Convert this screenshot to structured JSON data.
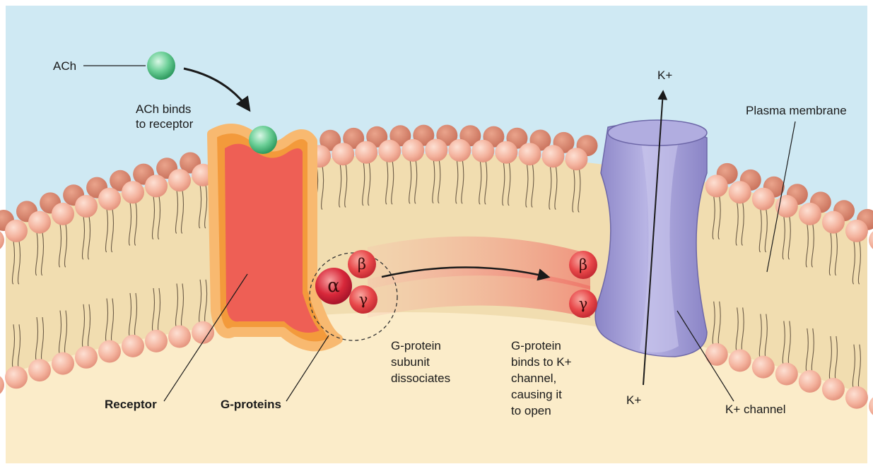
{
  "colors": {
    "extracellular": "#cfe9f3",
    "cytoplasm": "#fbecc9",
    "membrane_core": "#f1ddb0",
    "phospholipid_head": "#f4b39e",
    "phospholipid_head_shade": "#d9806a",
    "receptor_fill": "#ee5f55",
    "receptor_rim": "#f39a3b",
    "ach_molecule": "#5cc48a",
    "g_protein": "#e8484a",
    "g_alpha": "#d8283a",
    "k_channel": "#a7a3d8",
    "k_channel_shade": "#8780c2"
  },
  "icons": {
    "ach": "green-sphere",
    "arrow": "curved-arrow"
  },
  "labels": {
    "ach": "ACh",
    "ach_binds": [
      "ACh binds",
      "to receptor"
    ],
    "receptor": "Receptor",
    "g_proteins": "G-proteins",
    "dissociates": [
      "G-protein",
      "subunit",
      "dissociates"
    ],
    "binds_channel": [
      "G-protein",
      "binds to K+",
      "channel,",
      "causing it",
      "to open"
    ],
    "k_top": "K+",
    "k_bottom": "K+",
    "k_channel": "K+ channel",
    "plasma_membrane": "Plasma membrane"
  },
  "subunits": {
    "alpha": "α",
    "beta": "β",
    "gamma": "γ"
  }
}
